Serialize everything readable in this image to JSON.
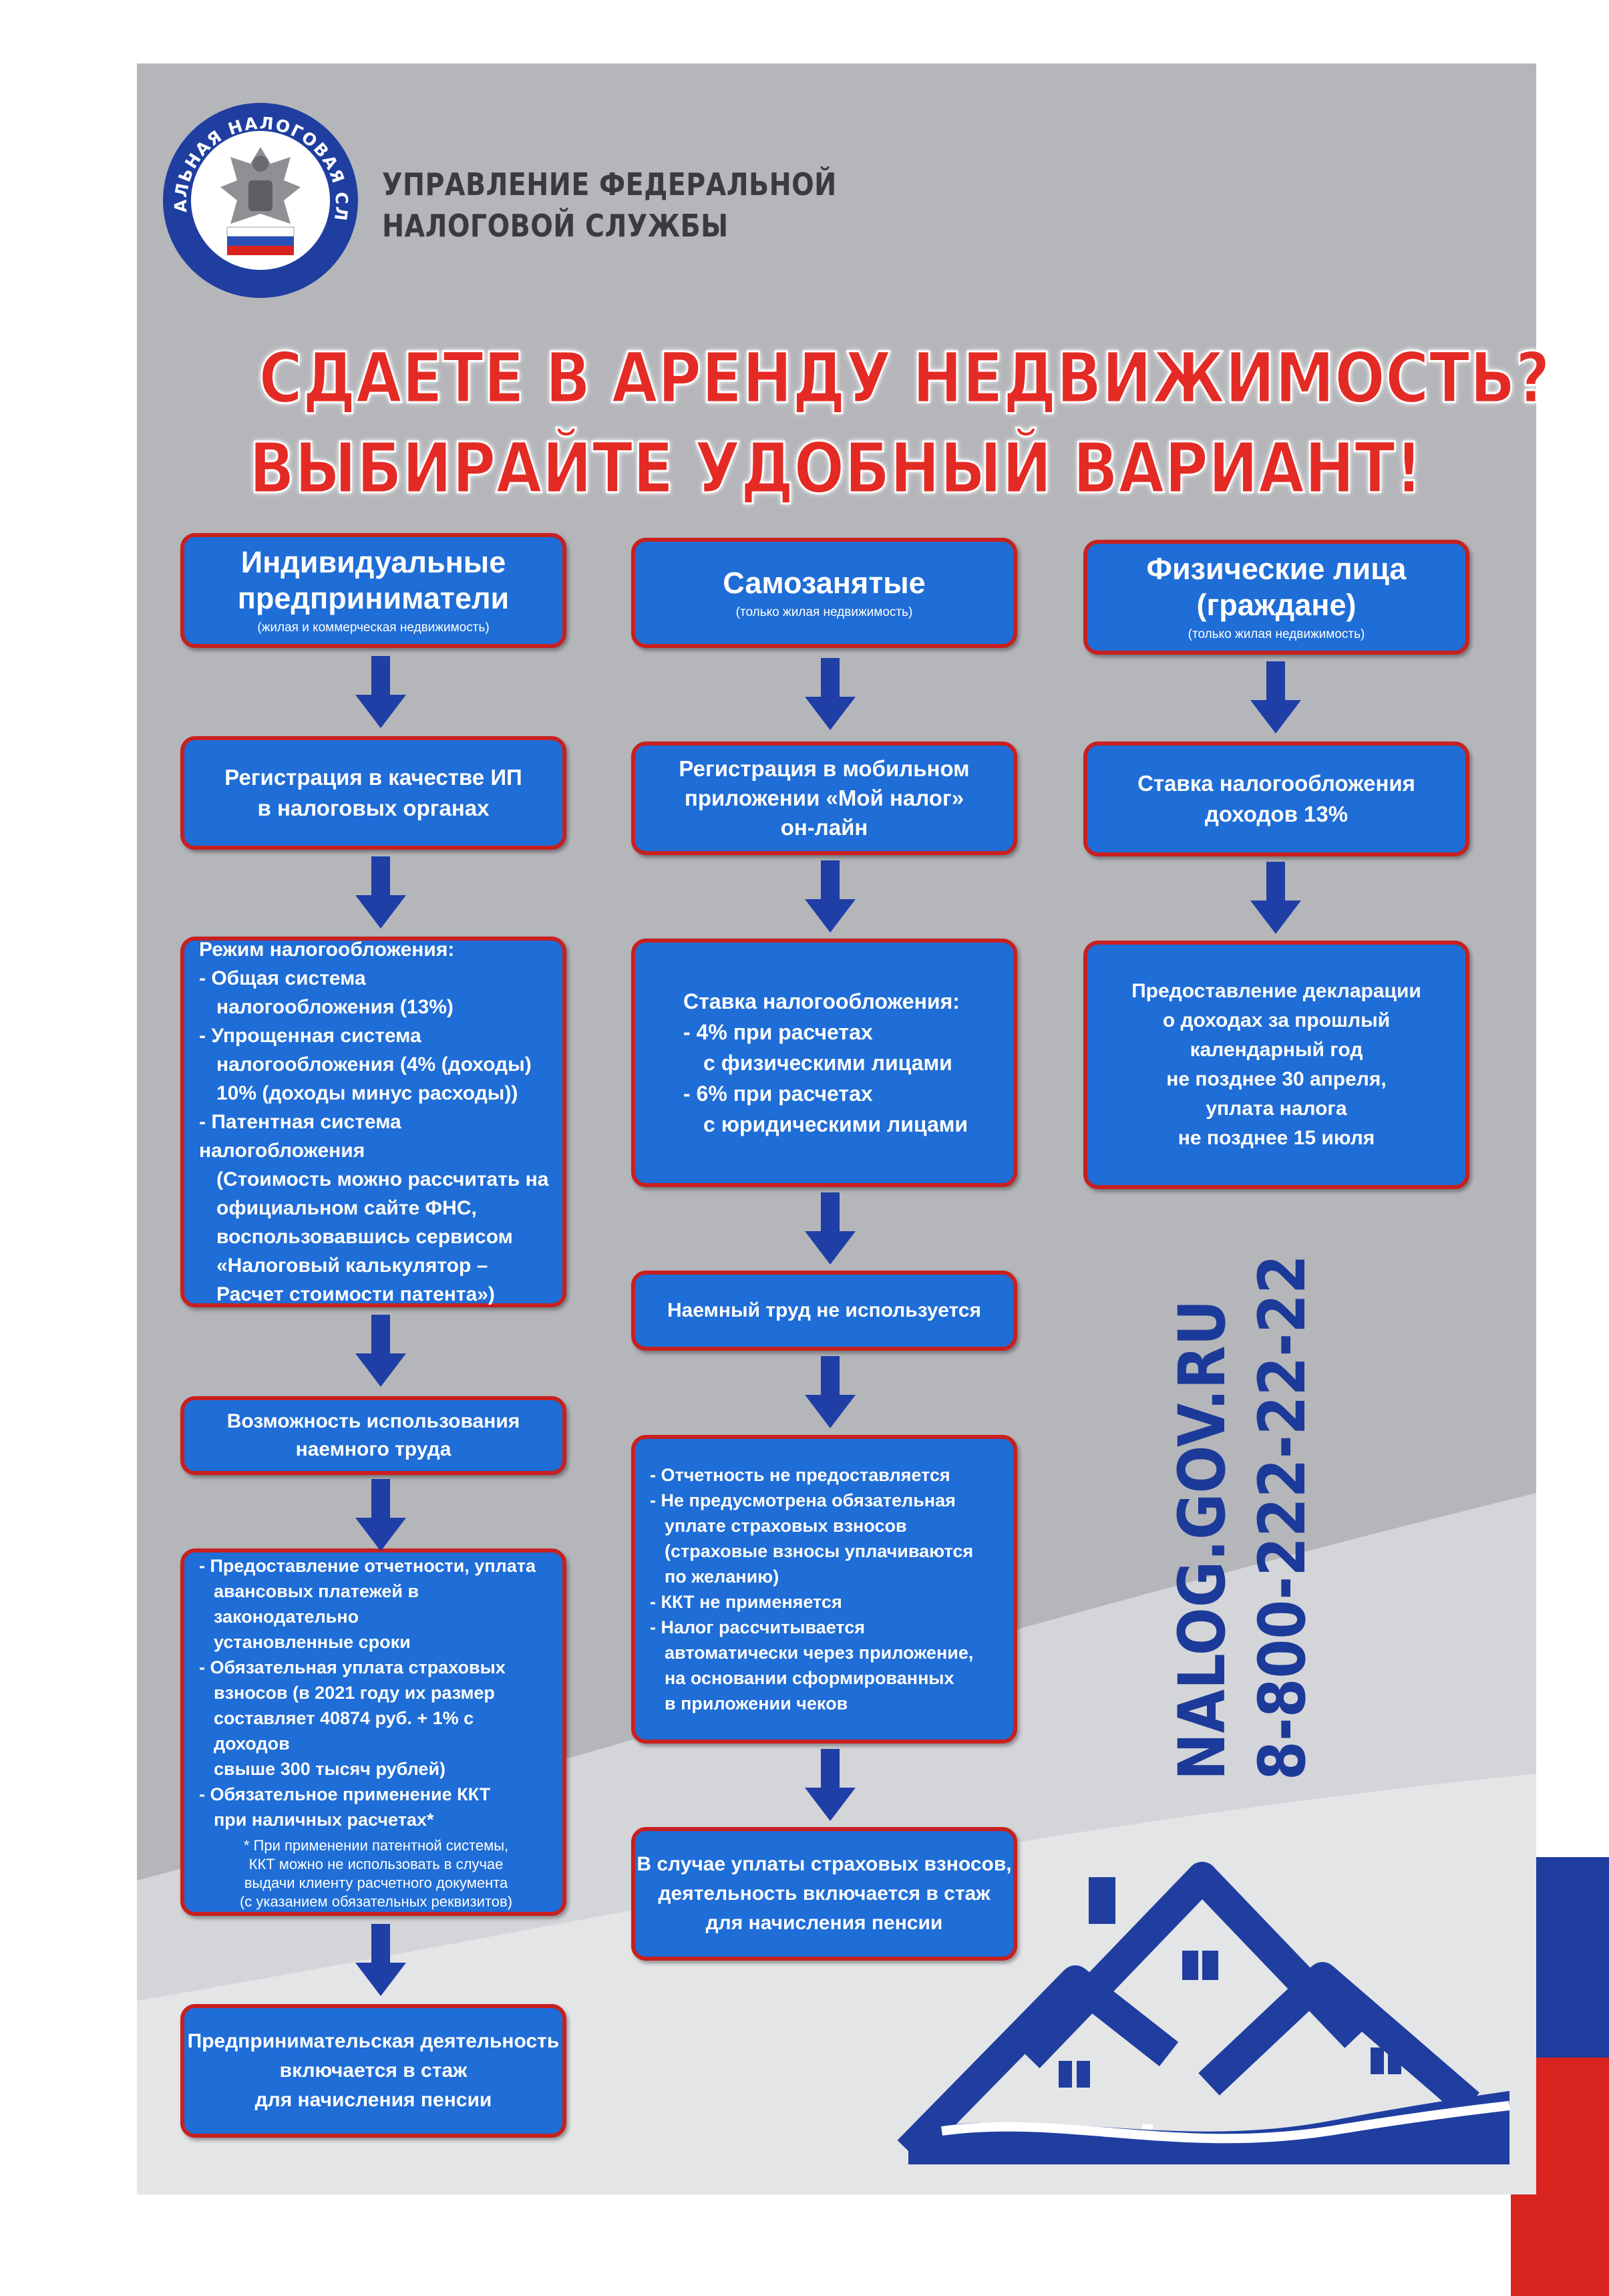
{
  "header": {
    "org_line1": "УПРАВЛЕНИЕ ФЕДЕРАЛЬНОЙ",
    "org_line2": "НАЛОГОВОЙ СЛУЖБЫ",
    "logo_ring_text": "ФЕДЕРАЛЬНАЯ НАЛОГОВАЯ СЛУЖБА"
  },
  "title": {
    "line1": "СДАЕТЕ В АРЕНДУ НЕДВИЖИМОСТЬ?",
    "line2": "ВЫБИРАЙТЕ УДОБНЫЙ ВАРИАНТ!"
  },
  "columns": {
    "ip": {
      "head_line1": "Индивидуальные",
      "head_line2": "предприниматели",
      "head_note": "(жилая и коммерческая недвижимость)",
      "step1_line1": "Регистрация в качестве ИП",
      "step1_line2": "в налоговых органах",
      "regime": [
        "Режим налогообложения:",
        "- Общая система",
        "   налогообложения (13%)",
        "- Упрощенная система",
        "   налогообложения (4% (доходы)",
        "   10% (доходы минус расходы))",
        "- Патентная система налогобложения",
        "   (Стоимость можно рассчитать на",
        "   официальном сайте ФНС,",
        "   воспользовавшись сервисом",
        "   «Налоговый калькулятор –",
        "   Расчет стоимости патента»)"
      ],
      "step3_line1": "Возможность использования",
      "step3_line2": "наемного труда",
      "duties": [
        "- Предоставление отчетности, уплата",
        "   авансовых платежей в законодательно",
        "   установленные сроки",
        "- Обязательная уплата страховых",
        "   взносов (в 2021 году их размер",
        "   составляет 40874 руб. + 1% с доходов",
        "   свыше 300 тысяч рублей)",
        "- Обязательное применение ККТ",
        "   при наличных расчетах*"
      ],
      "duties_foot": [
        "* При применении патентной системы,",
        "ККТ можно не использовать в случае",
        "выдачи клиенту расчетного документа",
        "(с указанием обязательных реквизитов)"
      ],
      "final_line1": "Предпринимательская деятельность",
      "final_line2": "включается в стаж",
      "final_line3": "для начисления пенсии"
    },
    "self": {
      "head": "Самозанятые",
      "head_note": "(только жилая недвижимость)",
      "step1": [
        "Регистрация в мобильном",
        "приложении «Мой налог»",
        "он-лайн"
      ],
      "rate": [
        "Ставка налогообложения:",
        "- 4% при расчетах",
        "   с физическими лицами",
        "- 6% при расчетах",
        "   с юридическими лицами"
      ],
      "labor": "Наемный труд не используется",
      "facts": [
        "- Отчетность не предоставляется",
        "- Не предусмотрена обязательная",
        "   уплате страховых взносов",
        "   (страховые взносы уплачиваются",
        "   по желанию)",
        "- ККТ не применяется",
        "- Налог рассчитывается",
        "   автоматически через приложение,",
        "   на основании сформированных",
        "   в приложении чеков"
      ],
      "final": [
        "В случае уплаты страховых взносов,",
        "деятельность включается в стаж",
        "для начисления пенсии"
      ]
    },
    "citizens": {
      "head_line1": "Физические лица",
      "head_line2": "(граждане)",
      "head_note": "(только жилая недвижимость)",
      "rate": [
        "Ставка налогообложения",
        "доходов 13%"
      ],
      "declaration": [
        "Предоставление декларации",
        "о доходах за прошлый",
        "календарный год",
        "не позднее 30 апреля,",
        "уплата налога",
        "не позднее 15 июля"
      ]
    }
  },
  "contacts": {
    "site": "NALOG.GOV.RU",
    "phone": "8-800-222-22-22"
  },
  "colors": {
    "box_fill": "#1f6dd6",
    "box_border": "#c8201f",
    "arrow": "#1f3fa6",
    "headline": "#e42a24",
    "contacts": "#1c3a99"
  }
}
